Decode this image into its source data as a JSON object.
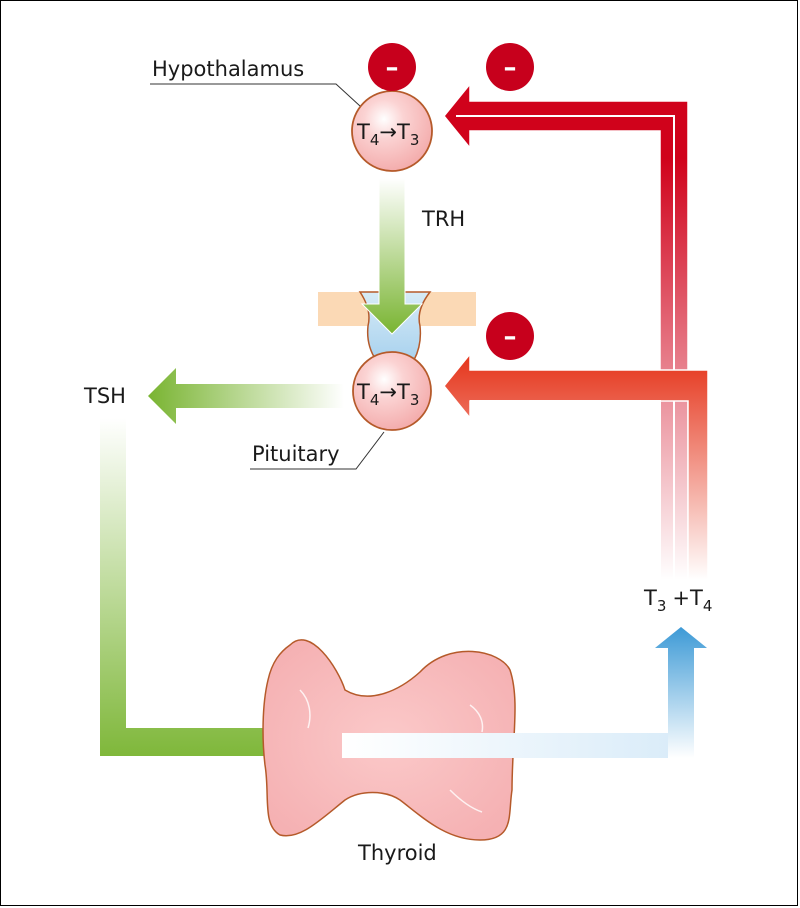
{
  "labels": {
    "hypothalamus": "Hypothalamus",
    "pituitary": "Pituitary",
    "trh": "TRH",
    "tsh": "TSH",
    "thyroid": "Thyroid"
  },
  "conversion": {
    "from": "T",
    "from_sub": "4",
    "arrow": "→",
    "to": "T",
    "to_sub": "3"
  },
  "hormones_out": {
    "a": "T",
    "a_sub": "3",
    "plus": "+",
    "b": "T",
    "b_sub": "4"
  },
  "inhibition_symbol": "–",
  "colors": {
    "feedback_red": "#d0021b",
    "trh_tsh_green": "#79b431",
    "output_blue": "#3d9ad6",
    "gland_pink": "#f6b7b7",
    "gland_outline": "#b55a2a",
    "stalk_tan": "#fbd9b5"
  }
}
